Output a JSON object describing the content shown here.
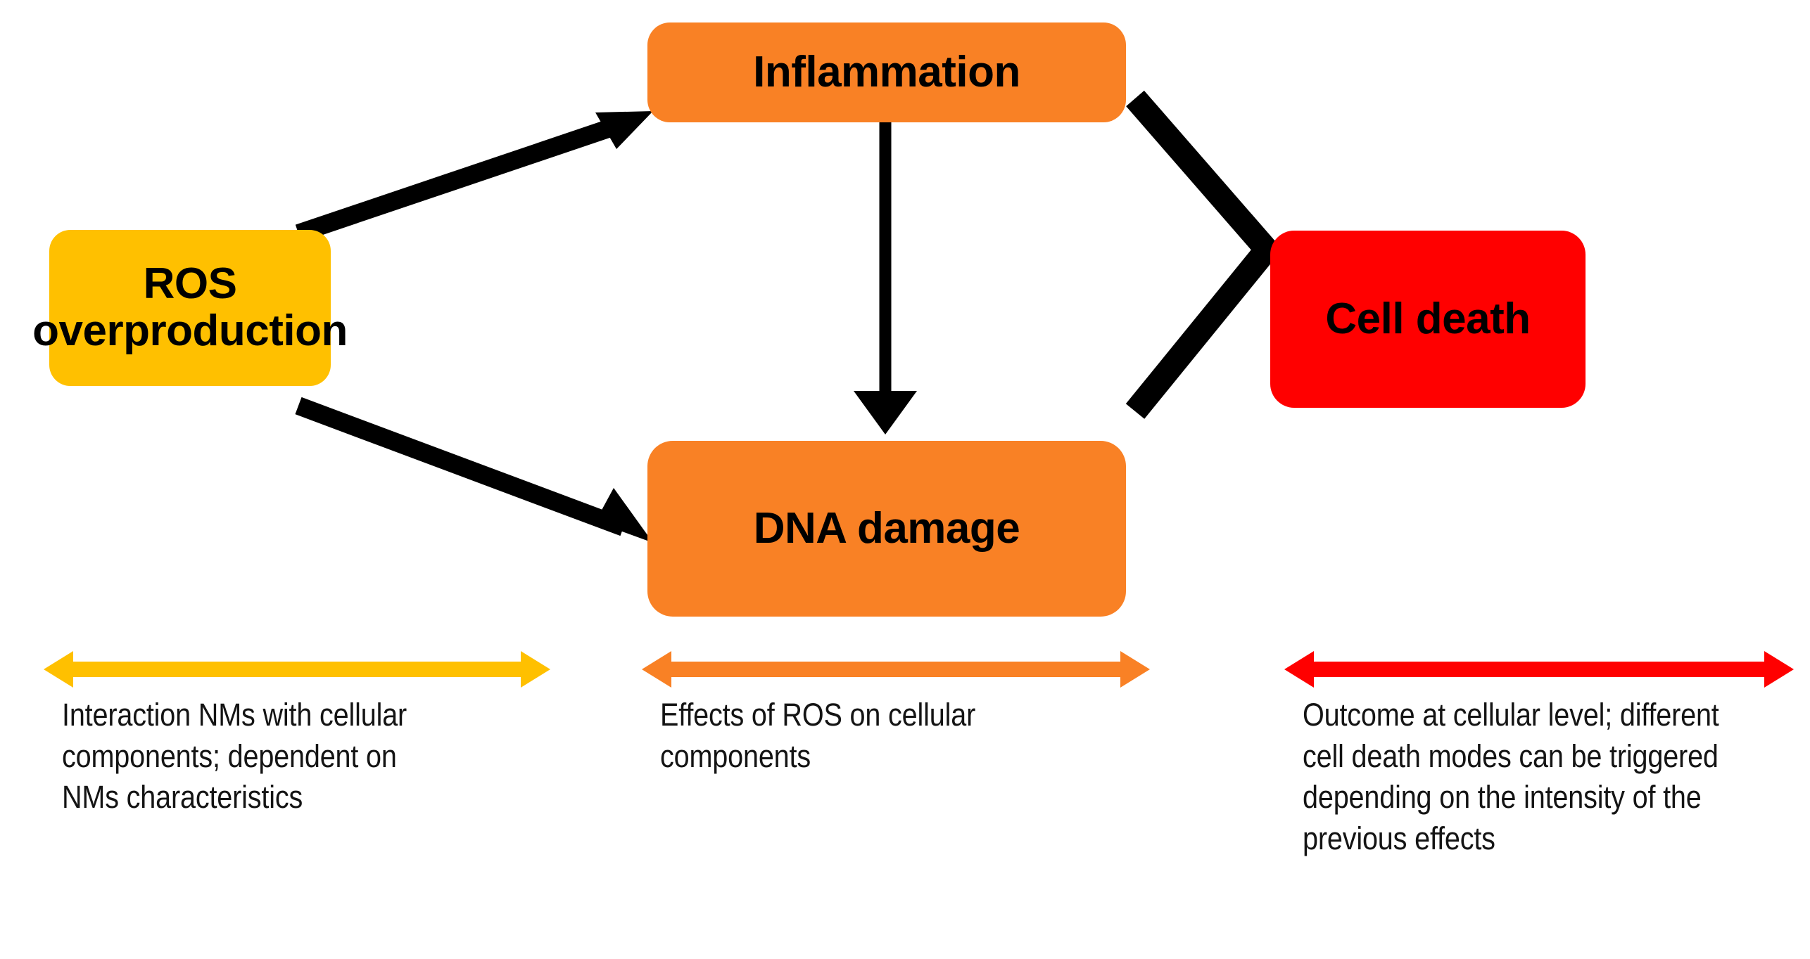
{
  "diagram": {
    "title": "ROS overproduction to cell death pathway",
    "background_color": "#FFFFFF",
    "nodes": [
      {
        "id": "ros",
        "label": "ROS\noverproduction",
        "line1": "ROS",
        "line2": "overproduction",
        "color": "#FFC000",
        "text_color": "#000000"
      },
      {
        "id": "inflammation",
        "label": "Inflammation",
        "color": "#F98125",
        "text_color": "#000000"
      },
      {
        "id": "dna_damage",
        "label": "DNA damage",
        "color": "#F98125",
        "text_color": "#000000"
      },
      {
        "id": "cell_death",
        "label": "Cell death",
        "color": "#FF0000",
        "text_color": "#000000"
      }
    ],
    "connectors": [
      {
        "id": "ros-to-inflammation",
        "from": "ros",
        "to": "inflammation",
        "style": "single-arrow",
        "color": "#000000"
      },
      {
        "id": "ros-to-dna",
        "from": "ros",
        "to": "dna_damage",
        "style": "single-arrow",
        "color": "#000000"
      },
      {
        "id": "inflammation-to-dna",
        "from": "inflammation",
        "to": "dna_damage",
        "style": "single-arrow",
        "color": "#000000"
      },
      {
        "id": "inflammation-to-celldeath",
        "from": "inflammation",
        "to": "cell_death",
        "style": "chevron-join",
        "color": "#000000"
      },
      {
        "id": "dna-to-celldeath",
        "from": "dna_damage",
        "to": "cell_death",
        "style": "chevron-join",
        "color": "#000000"
      }
    ],
    "scales": [
      {
        "id": "left",
        "arrow_color": "#FFC000",
        "arrow_style": "double-headed",
        "caption": "Interaction NMs with cellular components; dependent on NMs characteristics"
      },
      {
        "id": "middle",
        "arrow_color": "#F98125",
        "arrow_style": "double-headed",
        "caption": "Effects of ROS on cellular components"
      },
      {
        "id": "right",
        "arrow_color": "#FF0000",
        "arrow_style": "double-headed",
        "caption": "Outcome at cellular level; different cell death modes can be triggered depending on the intensity of the previous effects"
      }
    ]
  }
}
